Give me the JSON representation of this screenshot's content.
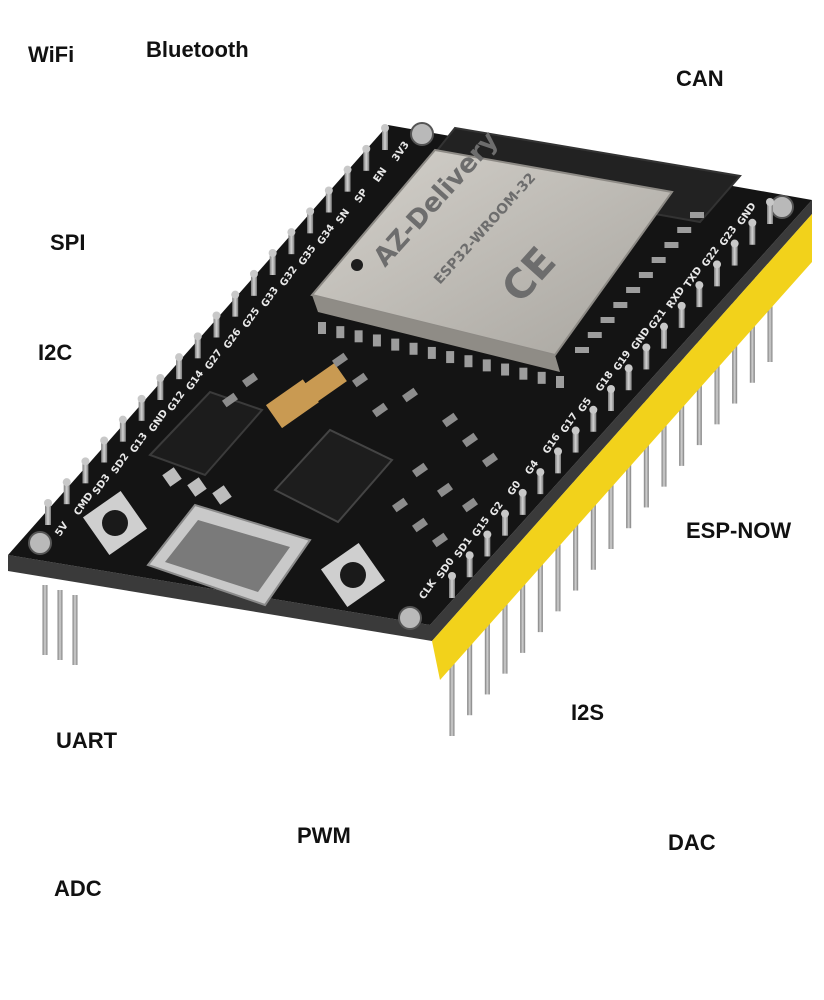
{
  "labels": {
    "wifi": "WiFi",
    "bluetooth": "Bluetooth",
    "can": "CAN",
    "spi": "SPI",
    "i2c": "I2C",
    "esp_now": "ESP-NOW",
    "i2s": "I2S",
    "uart": "UART",
    "pwm": "PWM",
    "dac": "DAC",
    "adc": "ADC"
  },
  "board": {
    "module_brand": "AZ-Delivery",
    "module_model": "ESP32-WROOM-32",
    "module_mark": "CE",
    "left_pins": [
      "3V3",
      "EN",
      "SP",
      "SN",
      "G34",
      "G35",
      "G32",
      "G33",
      "G25",
      "G26",
      "G27",
      "G14",
      "G12",
      "GND",
      "G13",
      "SD2",
      "SD3",
      "CMD",
      "5V"
    ],
    "right_pins": [
      "GND",
      "G23",
      "G22",
      "TXD",
      "RXD",
      "G21",
      "GND",
      "G19",
      "G18",
      "G5",
      "G17",
      "G16",
      "G4",
      "G0",
      "G2",
      "G15",
      "SD1",
      "SD0",
      "CLK"
    ]
  },
  "colors": {
    "pcb": "#141414",
    "pcb_edge": "#3a3a3a",
    "module_shield": "#b9b6b0",
    "header_yellow": "#f2d21b",
    "pin_metal": "#9a9a9a",
    "label_text": "#111111"
  }
}
